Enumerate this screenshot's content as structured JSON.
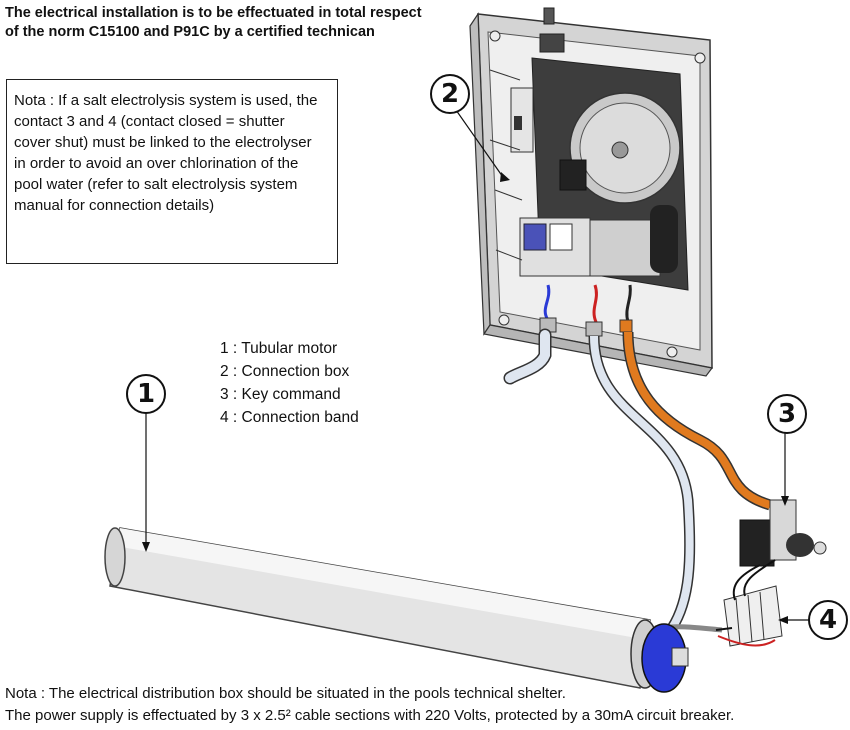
{
  "heading": {
    "line1": "The electrical installation is to be effectuated in total respect",
    "line2": "of the norm C15100 and P91C by a certified technican"
  },
  "nota_box": {
    "lines": [
      "Nota : If a salt electrolysis system is used, the",
      "contact 3 and 4 (contact closed = shutter",
      "cover shut) must be linked to the electrolyser",
      "in order to avoid an over chlorination of the",
      "pool water (refer to salt electrolysis system",
      "manual for connection details)"
    ]
  },
  "legend": [
    "1 : Tubular motor",
    "2 : Connection box",
    "3 : Key command",
    "4 : Connection band"
  ],
  "callouts": [
    "1",
    "2",
    "3",
    "4"
  ],
  "bottom_notes": [
    "Nota : The electrical distribution box should be situated in the pools technical shelter.",
    "The power supply is effectuated by 3 x 2.5² cable sections with 220 Volts, protected by a 30mA circuit breaker."
  ],
  "colors": {
    "cable_orange": "#e07a1f",
    "cable_white": "#dfe6f0",
    "motor_cap_blue": "#2a3ad6",
    "box_grey": "#e9e9e9",
    "panel_dark": "#3d3d3d"
  }
}
